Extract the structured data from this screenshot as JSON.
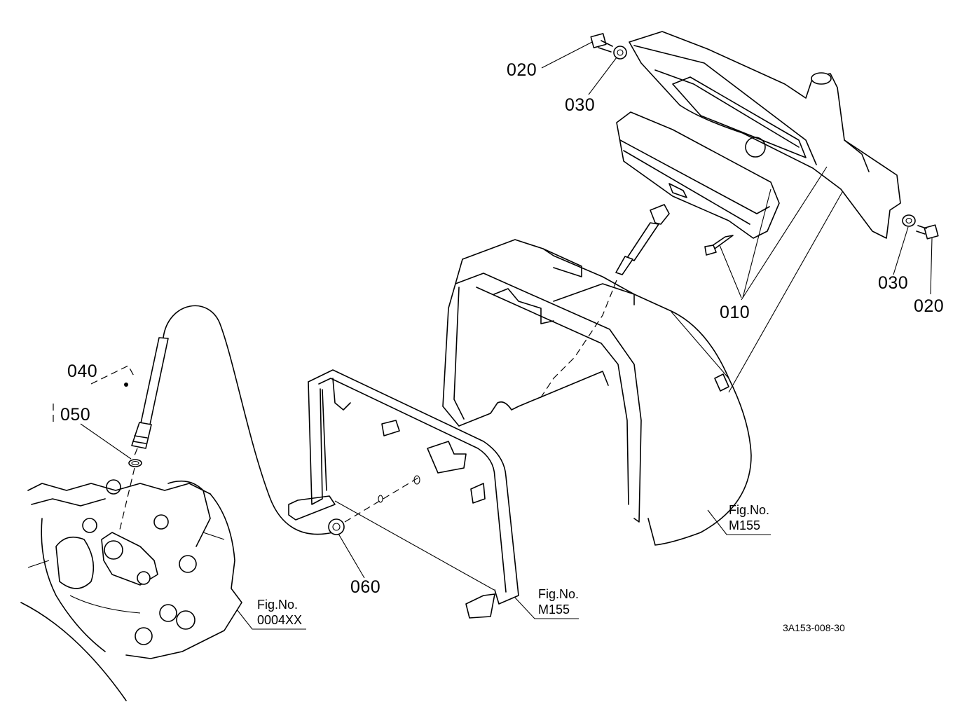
{
  "diagram": {
    "callouts": [
      {
        "id": "020-top",
        "text": "020"
      },
      {
        "id": "030-top",
        "text": "030"
      },
      {
        "id": "030-right",
        "text": "030"
      },
      {
        "id": "020-right",
        "text": "020"
      },
      {
        "id": "010",
        "text": "010"
      },
      {
        "id": "040",
        "text": "040"
      },
      {
        "id": "050",
        "text": "050"
      },
      {
        "id": "060",
        "text": "060"
      }
    ],
    "fig_refs": [
      {
        "id": "engine",
        "line1": "Fig.No.",
        "line2": "0004XX"
      },
      {
        "id": "frame",
        "line1": "Fig.No.",
        "line2": "M155"
      },
      {
        "id": "hood",
        "line1": "Fig.No.",
        "line2": "M155"
      }
    ],
    "drawing_code": "3A153-008-30"
  }
}
